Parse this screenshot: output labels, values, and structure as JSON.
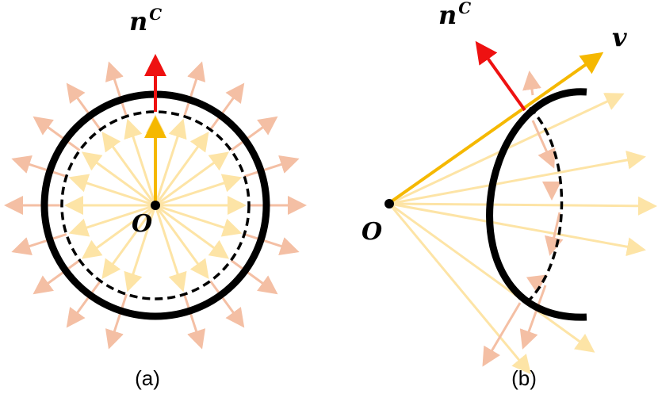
{
  "colors": {
    "light_ray": "#fde4a6",
    "normal_ray": "#f4bfa4",
    "highlight_ray": "#f5b800",
    "normal_vector": "#ee1111",
    "wall": "#000000",
    "origin_dot": "#000000"
  },
  "panel_a": {
    "normal_label": "n",
    "normal_superscript": "C",
    "origin_label": "O",
    "caption": "(a)"
  },
  "panel_b": {
    "normal_label": "n",
    "normal_superscript": "C",
    "view_label": "v",
    "origin_label": "O",
    "caption": "(b)"
  }
}
